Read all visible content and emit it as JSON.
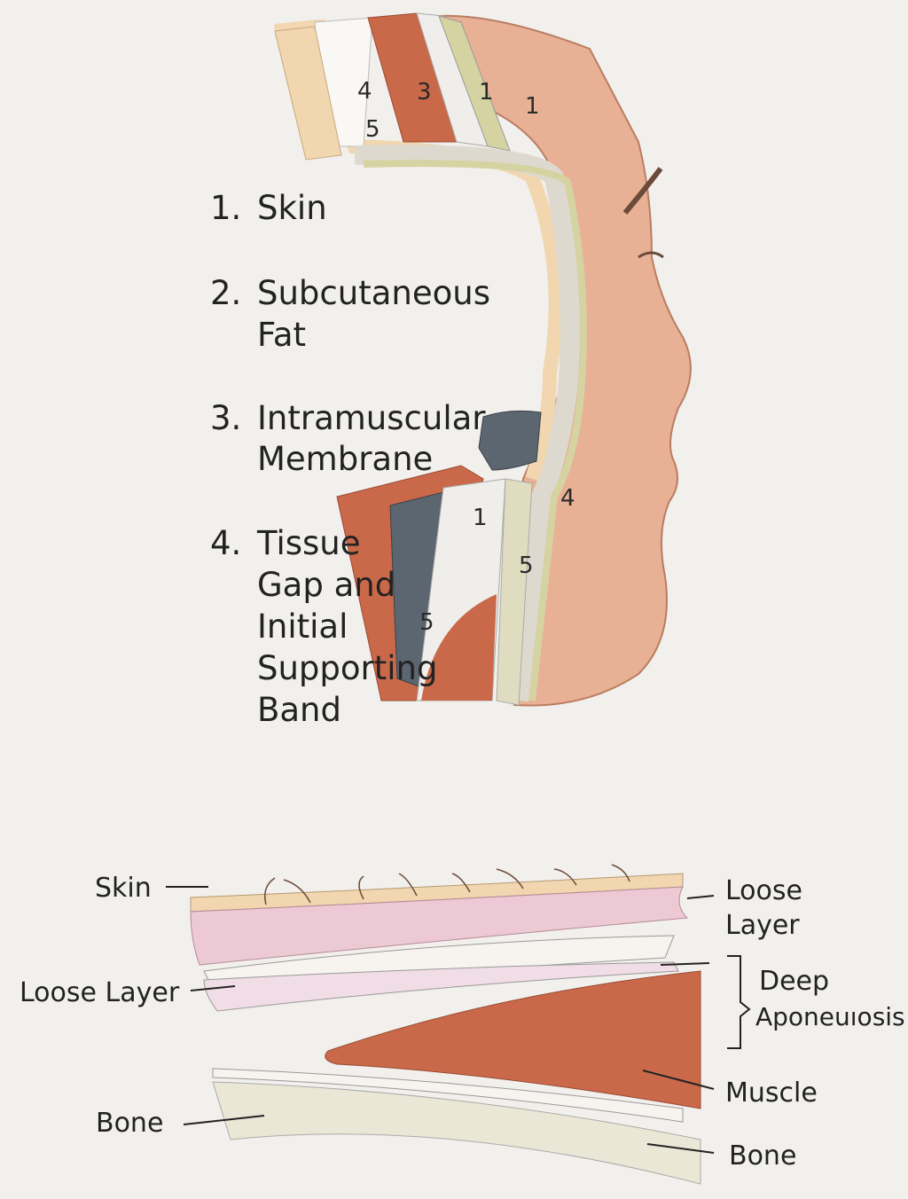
{
  "top_figure": {
    "legend": [
      {
        "number": "1.",
        "lines": [
          "Skin"
        ]
      },
      {
        "number": "2.",
        "lines": [
          "Subcutaneous",
          "Fat"
        ]
      },
      {
        "number": "3.",
        "lines": [
          "Intramuscular",
          "Membrane"
        ]
      },
      {
        "number": "4.",
        "lines": [
          "Tissue",
          "Gap and",
          "Initial",
          "Supporting",
          "Band"
        ]
      }
    ],
    "layer_numbers_top": [
      "4",
      "5",
      "3",
      "1",
      "1"
    ],
    "layer_numbers_bottom": [
      "1",
      "5",
      "4",
      "5"
    ]
  },
  "bottom_figure": {
    "left_labels": [
      "Skin",
      "Loose Layer",
      "Bone"
    ],
    "right_labels": {
      "loose_layer": [
        "Loose",
        "Layer"
      ],
      "deep_aponeurosis": [
        "Deep",
        "Aponeuıosis"
      ],
      "muscle": "Muscle",
      "bone": "Bone"
    }
  },
  "colors": {
    "background": "#f2f0ec",
    "skin": "#e9b398",
    "muscle": "#c9694a",
    "fat": "#f1d6b0",
    "membrane": "#5c6670"
  }
}
